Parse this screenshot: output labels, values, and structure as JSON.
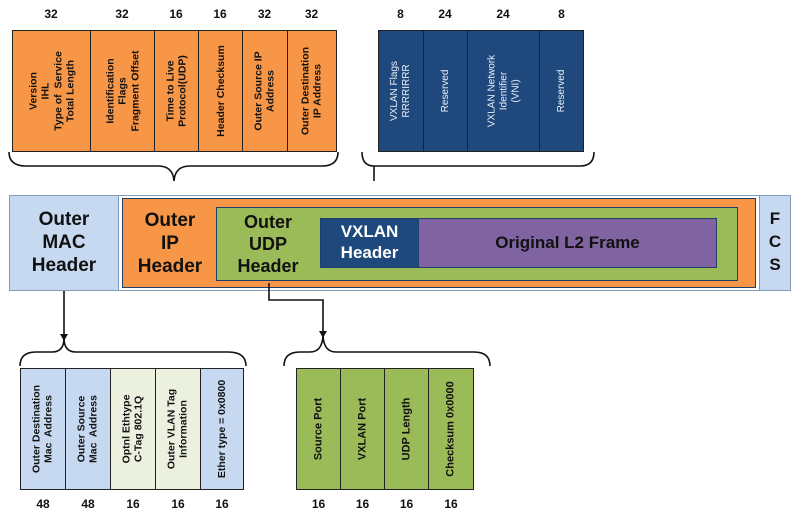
{
  "ip_fields": [
    {
      "bits": "32",
      "label": "Version\nIHL\nType of  Service\nTotal Length"
    },
    {
      "bits": "32",
      "label": "Identification\nFlags\nFragment Offset"
    },
    {
      "bits": "16",
      "label": "Time to Live\nProtocol(UDP)"
    },
    {
      "bits": "16",
      "label": "Header Checksum"
    },
    {
      "bits": "32",
      "label": "Outer Source IP\nAddress"
    },
    {
      "bits": "32",
      "label": "Outer Destination\nIP Address"
    }
  ],
  "vxlan_fields": [
    {
      "bits": "8",
      "label": "VXLAN Flags\nRRRRIRRR"
    },
    {
      "bits": "24",
      "label": "Reserved"
    },
    {
      "bits": "24",
      "label": "VXLAN Network\nIdentifier\n(VNI)"
    },
    {
      "bits": "8",
      "label": "Reserved"
    }
  ],
  "frame": {
    "outer_mac": "Outer\nMAC\nHeader",
    "outer_ip": "Outer\nIP\nHeader",
    "outer_udp": "Outer\nUDP\nHeader",
    "vxlan": "VXLAN\nHeader",
    "original_l2": "Original L2 Frame",
    "fcs": "F\nC\nS"
  },
  "mac_fields": [
    {
      "bits": "48",
      "label": "Outer Destination\nMac  Address"
    },
    {
      "bits": "48",
      "label": "Outer Source\nMac  Address"
    },
    {
      "bits": "16",
      "label": "Optnl Ethtype\nC-Tag 802.1Q"
    },
    {
      "bits": "16",
      "label": "Outer VLAN Tag\nInformation"
    },
    {
      "bits": "16",
      "label": "Ether type = 0x0800"
    }
  ],
  "udp_fields": [
    {
      "bits": "16",
      "label": "Source Port"
    },
    {
      "bits": "16",
      "label": "VXLAN Port"
    },
    {
      "bits": "16",
      "label": "UDP Length"
    },
    {
      "bits": "16",
      "label": "Checksum 0x0000"
    }
  ],
  "colors": {
    "ip": "#f79646",
    "vxlan": "#1f497d",
    "mac": "#c6d9f1",
    "udp": "#9bbb59",
    "l2": "#8064a2"
  }
}
